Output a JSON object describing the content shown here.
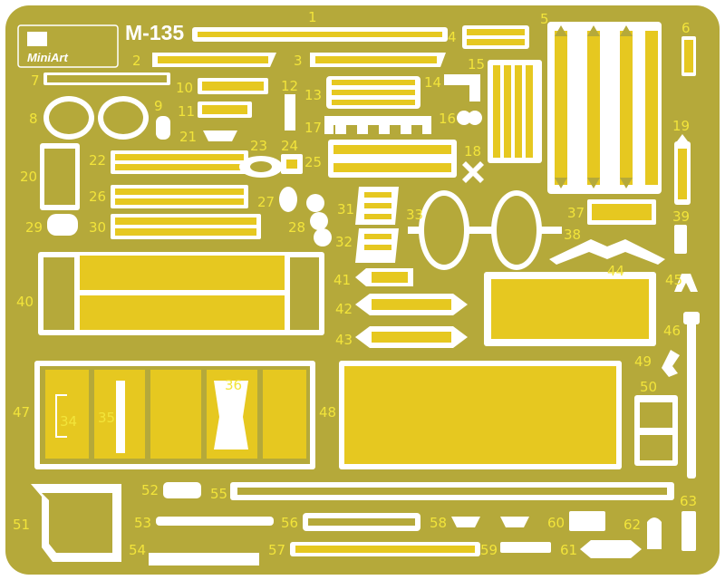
{
  "sheet": {
    "title": "M-135",
    "brand": "MiniArt",
    "colors": {
      "fret": "#b5a93a",
      "part_outline": "#ffffff",
      "part_fill": "#e6c820",
      "numbers": "#f2e43a"
    }
  },
  "part_numbers": [
    "1",
    "2",
    "3",
    "4",
    "5",
    "6",
    "7",
    "8",
    "9",
    "10",
    "11",
    "12",
    "13",
    "14",
    "15",
    "16",
    "17",
    "18",
    "19",
    "20",
    "21",
    "22",
    "23",
    "24",
    "25",
    "26",
    "27",
    "28",
    "29",
    "30",
    "31",
    "32",
    "33",
    "34",
    "35",
    "36",
    "37",
    "38",
    "39",
    "40",
    "41",
    "42",
    "43",
    "44",
    "45",
    "46",
    "47",
    "48",
    "49",
    "50",
    "51",
    "52",
    "53",
    "54",
    "55",
    "56",
    "57",
    "58",
    "59",
    "60",
    "61",
    "62",
    "63"
  ]
}
